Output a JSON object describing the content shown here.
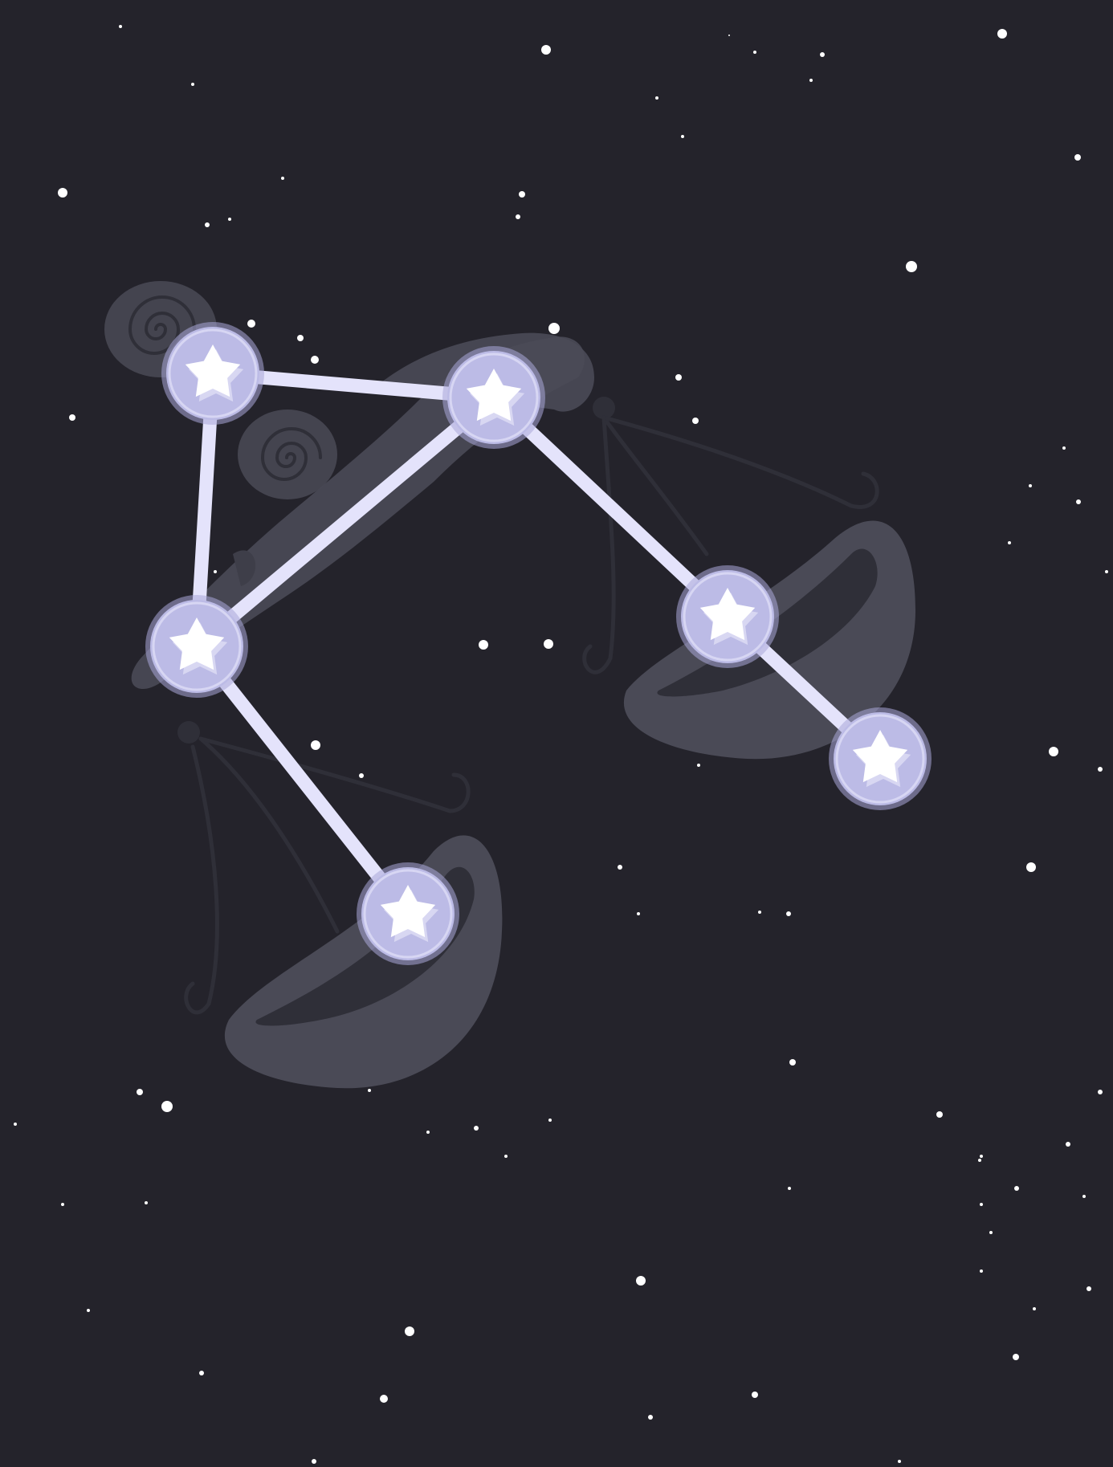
{
  "colors": {
    "sky": "#24232b",
    "illustration": "#4a4a56",
    "illustration_line": "#2f2f38",
    "link": "#e4e3fb",
    "node_halo": "#a9a8d8",
    "node": "#bcbbe6",
    "node_star": "#ffffff"
  },
  "constellation": {
    "figure_icon": "libra-scales-illustration",
    "node_icon": "star-icon",
    "star_nodes": [
      {
        "id": "star-1"
      },
      {
        "id": "star-2"
      },
      {
        "id": "star-3"
      },
      {
        "id": "star-4"
      },
      {
        "id": "star-5"
      },
      {
        "id": "star-6"
      }
    ],
    "links": [
      [
        "star-1",
        "star-2"
      ],
      [
        "star-1",
        "star-3"
      ],
      [
        "star-2",
        "star-3"
      ],
      [
        "star-2",
        "star-5"
      ],
      [
        "star-3",
        "star-4"
      ],
      [
        "star-5",
        "star-6"
      ]
    ]
  }
}
